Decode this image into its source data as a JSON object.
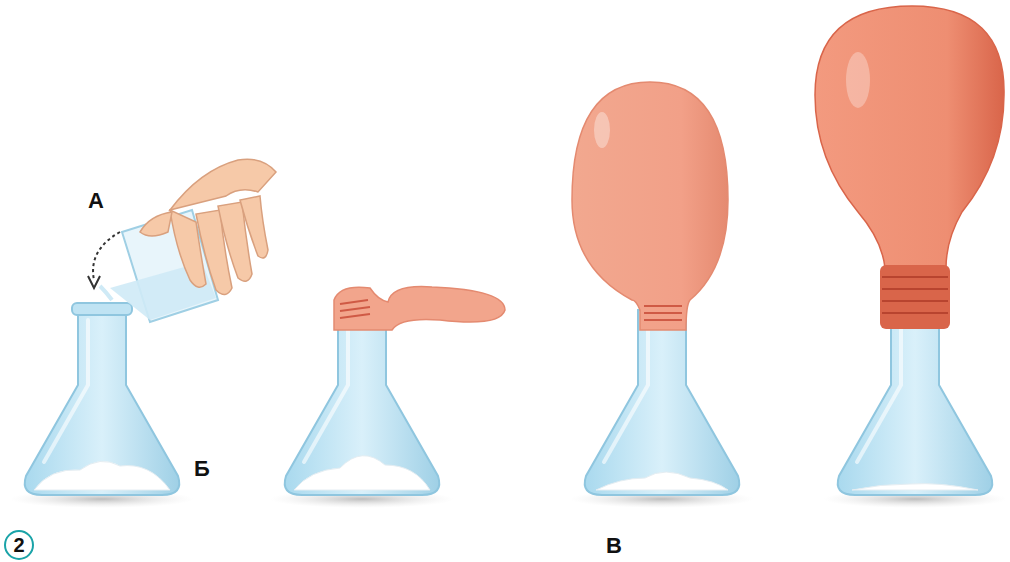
{
  "diagram": {
    "labels": [
      "А",
      "Б",
      "В",
      "2"
    ]
  }
}
